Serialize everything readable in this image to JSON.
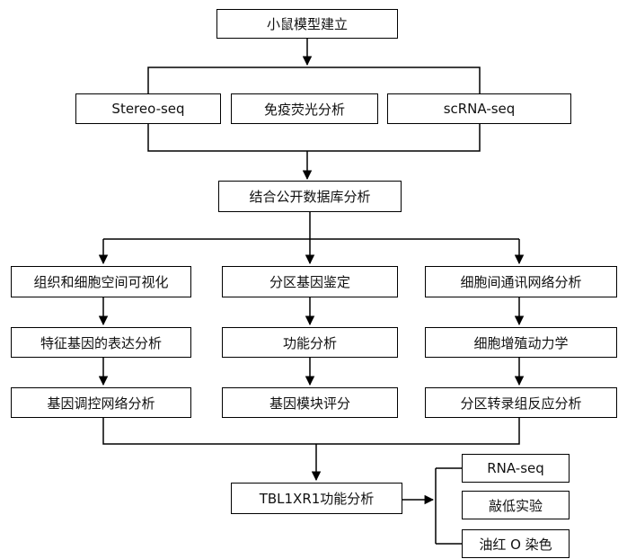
{
  "nodes": {
    "mouse_model": "小鼠模型建立",
    "stereo_seq": "Stereo-seq",
    "immunofluorescence": "免疫荧光分析",
    "scrna_seq": "scRNA-seq",
    "combine_public_db": "结合公开数据库分析",
    "spatial_visualization": "组织和细胞空间可视化",
    "feature_gene_expression": "特征基因的表达分析",
    "gene_regulatory_network": "基因调控网络分析",
    "zone_gene_identification": "分区基因鉴定",
    "functional_analysis": "功能分析",
    "gene_module_scoring": "基因模块评分",
    "cell_communication_network": "细胞间通讯网络分析",
    "cell_proliferation_dynamics": "细胞增殖动力学",
    "zone_transcriptome_response": "分区转录组反应分析",
    "tbl1xr1_analysis": "TBL1XR1功能分析",
    "rna_seq": "RNA-seq",
    "knockdown_experiment": "敲低实验",
    "oil_red_o_staining": "油红 O 染色"
  }
}
